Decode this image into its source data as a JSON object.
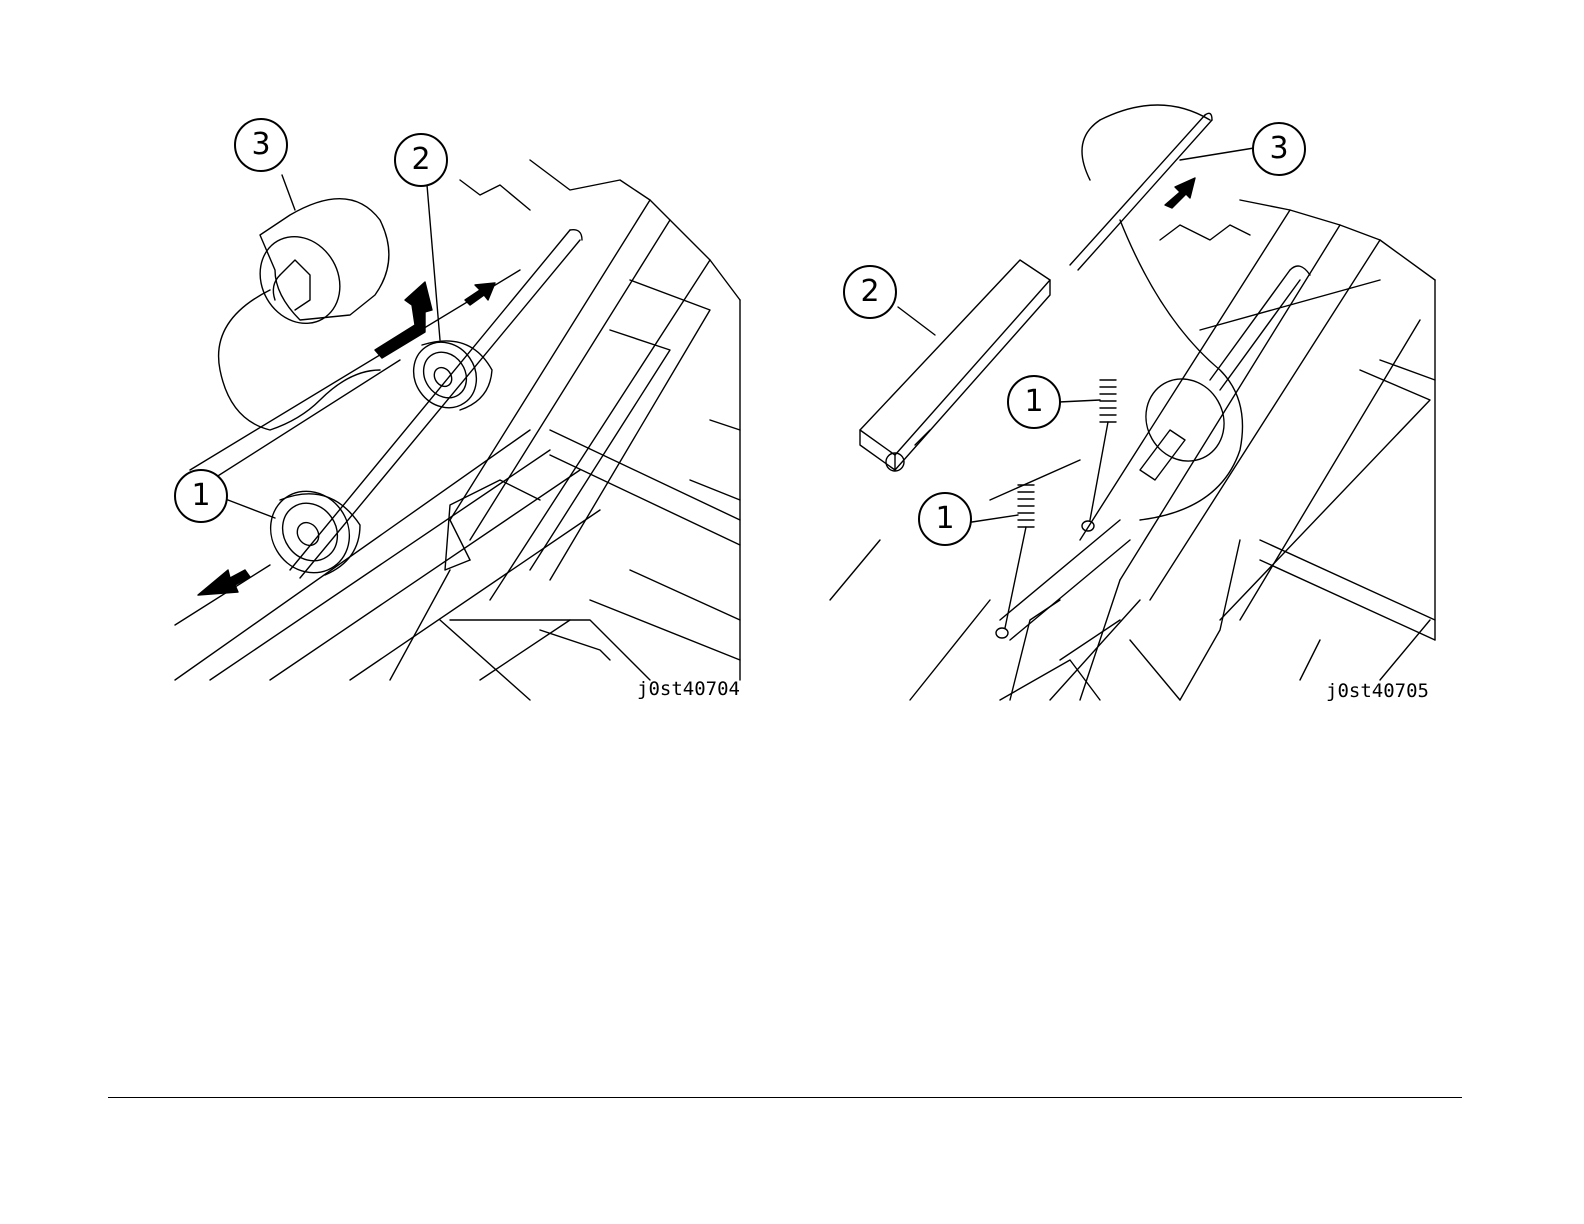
{
  "figures": [
    {
      "id": "j0st40704",
      "callouts": [
        "3",
        "2",
        "1"
      ]
    },
    {
      "id": "j0st40705",
      "callouts": [
        "2",
        "3",
        "1",
        "1"
      ]
    }
  ]
}
